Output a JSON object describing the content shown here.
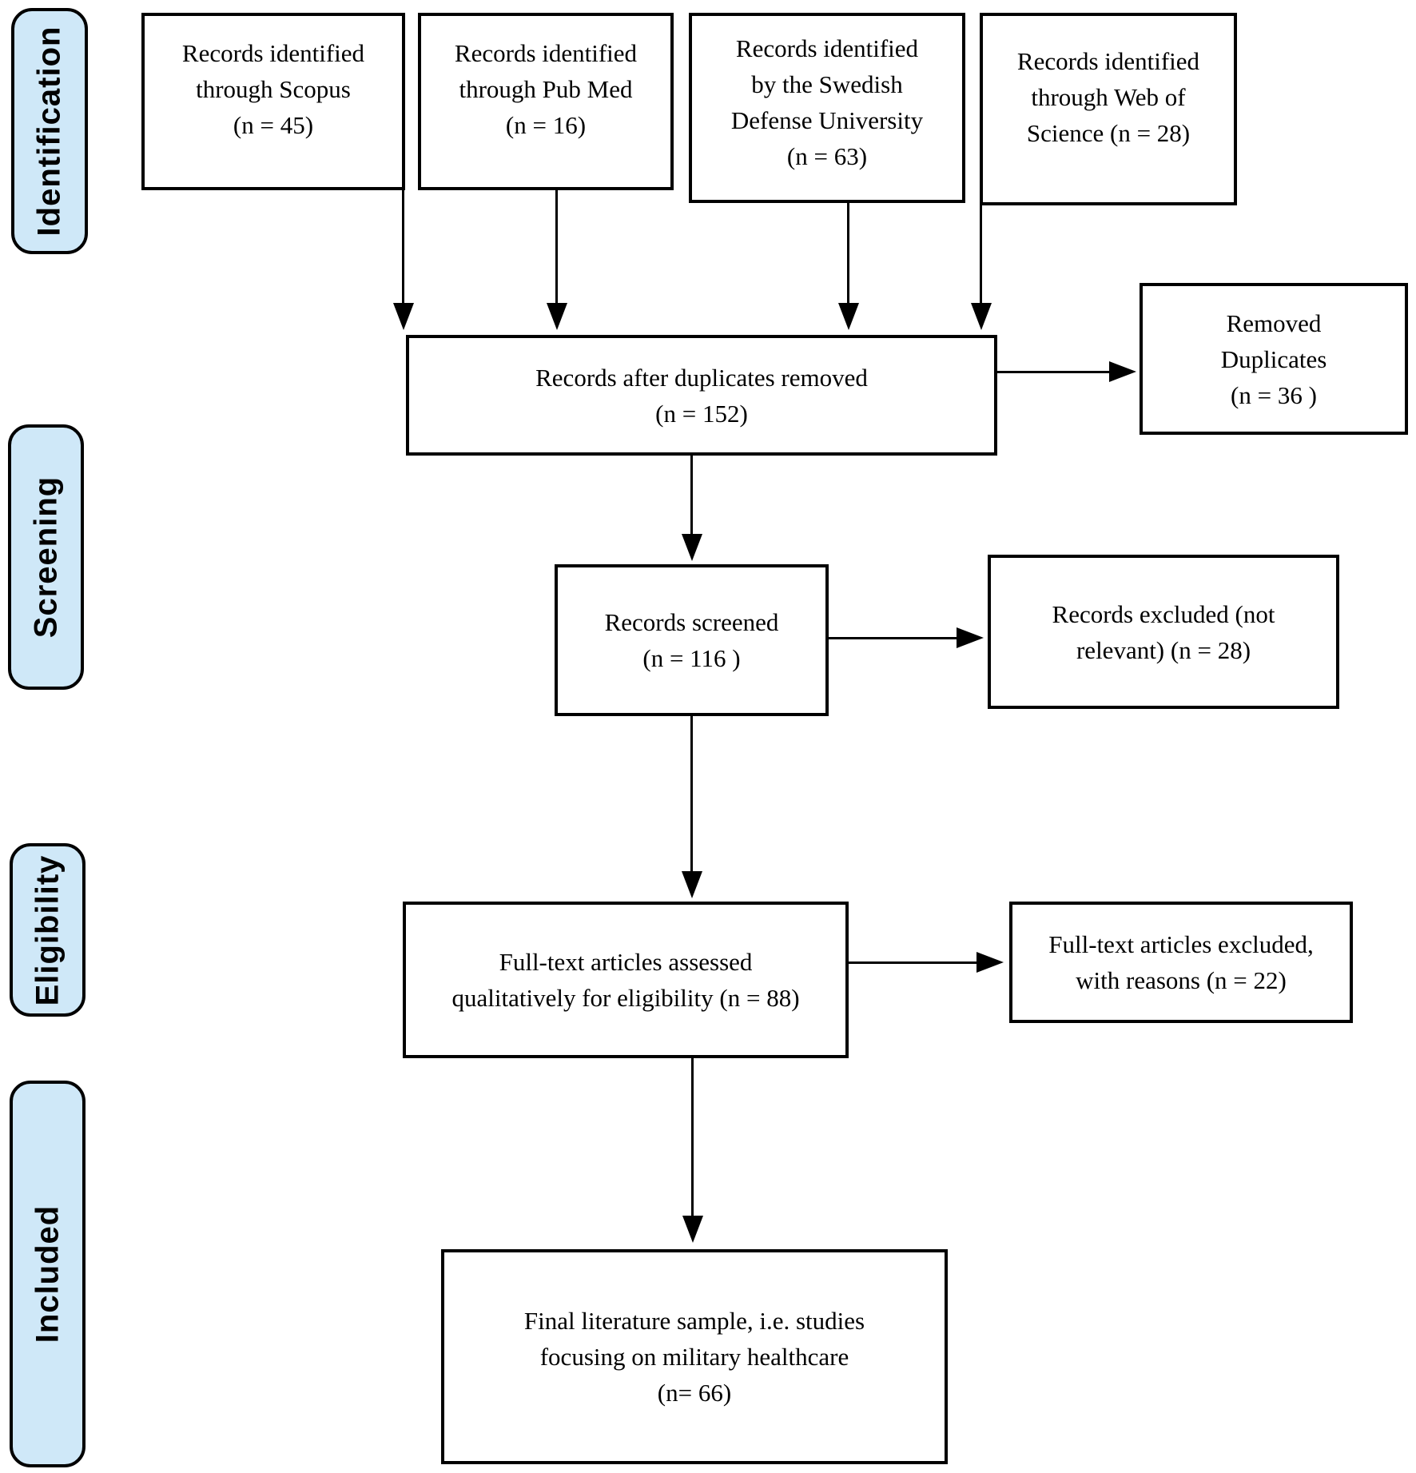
{
  "stages": [
    {
      "label": "Identification"
    },
    {
      "label": "Screening"
    },
    {
      "label": "Eligibility"
    },
    {
      "label": "Included"
    }
  ],
  "boxes": {
    "scopus": {
      "text": "Records identified\nthrough Scopus\n(n = 45)",
      "n": 45
    },
    "pubmed": {
      "text": "Records identified\nthrough Pub Med\n(n = 16)",
      "n": 16
    },
    "swedish_defense": {
      "text": "Records identified\nby the Swedish\nDefense University\n(n = 63)",
      "n": 63
    },
    "web_of_science": {
      "text": "Records identified\nthrough Web of\nScience (n = 28)",
      "n": 28
    },
    "after_duplicates": {
      "text": "Records after duplicates removed\n(n = 152)",
      "n": 152
    },
    "removed_duplicates": {
      "text": "Removed\nDuplicates\n(n = 36 )",
      "n": 36
    },
    "screened": {
      "text": "Records screened\n(n = 116 )",
      "n": 116
    },
    "excluded": {
      "text": "Records excluded (not\nrelevant) (n = 28)",
      "n": 28
    },
    "fulltext_assessed": {
      "text": "Full-text articles assessed\nqualitatively for eligibility (n = 88)",
      "n": 88
    },
    "fulltext_excluded": {
      "text": "Full-text articles excluded,\nwith reasons (n = 22)",
      "n": 22
    },
    "final_sample": {
      "text": "Final literature sample, i.e. studies\nfocusing on military healthcare\n(n= 66)",
      "n": 66
    }
  },
  "colors": {
    "stage_fill": "#cfe8f8",
    "stroke": "#000000",
    "box_fill": "#ffffff"
  }
}
